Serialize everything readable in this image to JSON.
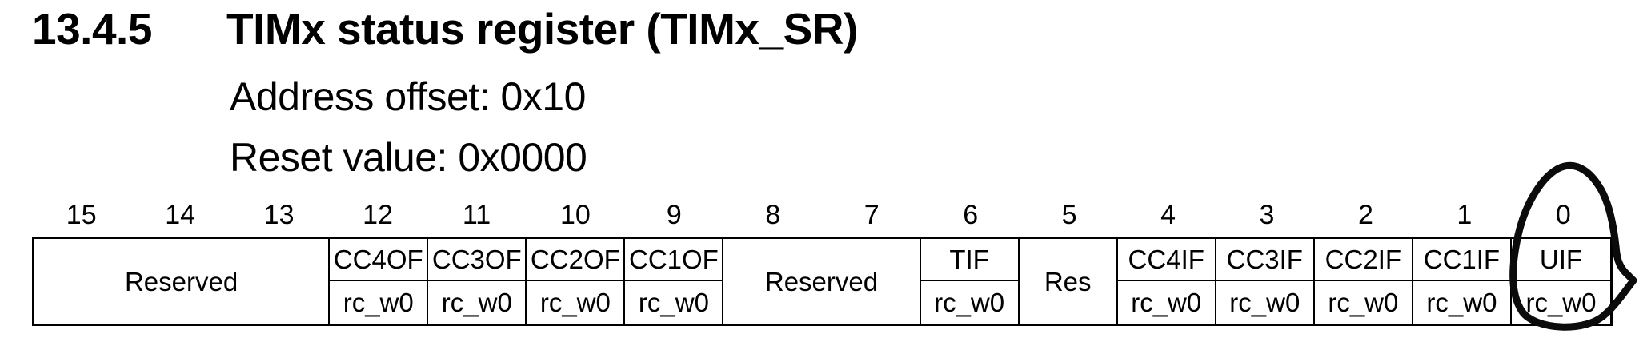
{
  "heading": {
    "section": "13.4.5",
    "title": "TIMx status register (TIMx_SR)"
  },
  "info": {
    "address_offset": "Address offset: 0x10",
    "reset_value": "Reset value: 0x0000"
  },
  "bit_numbers": [
    "15",
    "14",
    "13",
    "12",
    "11",
    "10",
    "9",
    "8",
    "7",
    "6",
    "5",
    "4",
    "3",
    "2",
    "1",
    "0"
  ],
  "fields": {
    "reserved_15_13": {
      "name": "Reserved",
      "bits": "15:13"
    },
    "cc4of": {
      "name": "CC4OF",
      "access": "rc_w0",
      "bits": "12"
    },
    "cc3of": {
      "name": "CC3OF",
      "access": "rc_w0",
      "bits": "11"
    },
    "cc2of": {
      "name": "CC2OF",
      "access": "rc_w0",
      "bits": "10"
    },
    "cc1of": {
      "name": "CC1OF",
      "access": "rc_w0",
      "bits": "9"
    },
    "reserved_8_7": {
      "name": "Reserved",
      "bits": "8:7"
    },
    "tif": {
      "name": "TIF",
      "access": "rc_w0",
      "bits": "6"
    },
    "res_5": {
      "name": "Res",
      "bits": "5"
    },
    "cc4if": {
      "name": "CC4IF",
      "access": "rc_w0",
      "bits": "4"
    },
    "cc3if": {
      "name": "CC3IF",
      "access": "rc_w0",
      "bits": "3"
    },
    "cc2if": {
      "name": "CC2IF",
      "access": "rc_w0",
      "bits": "2"
    },
    "cc1if": {
      "name": "CC1IF",
      "access": "rc_w0",
      "bits": "1"
    },
    "uif": {
      "name": "UIF",
      "access": "rc_w0",
      "bits": "0"
    }
  },
  "annotation": {
    "type": "hand-drawn circle",
    "around": "bit 0 (UIF)",
    "color": "#0b0b0b"
  }
}
